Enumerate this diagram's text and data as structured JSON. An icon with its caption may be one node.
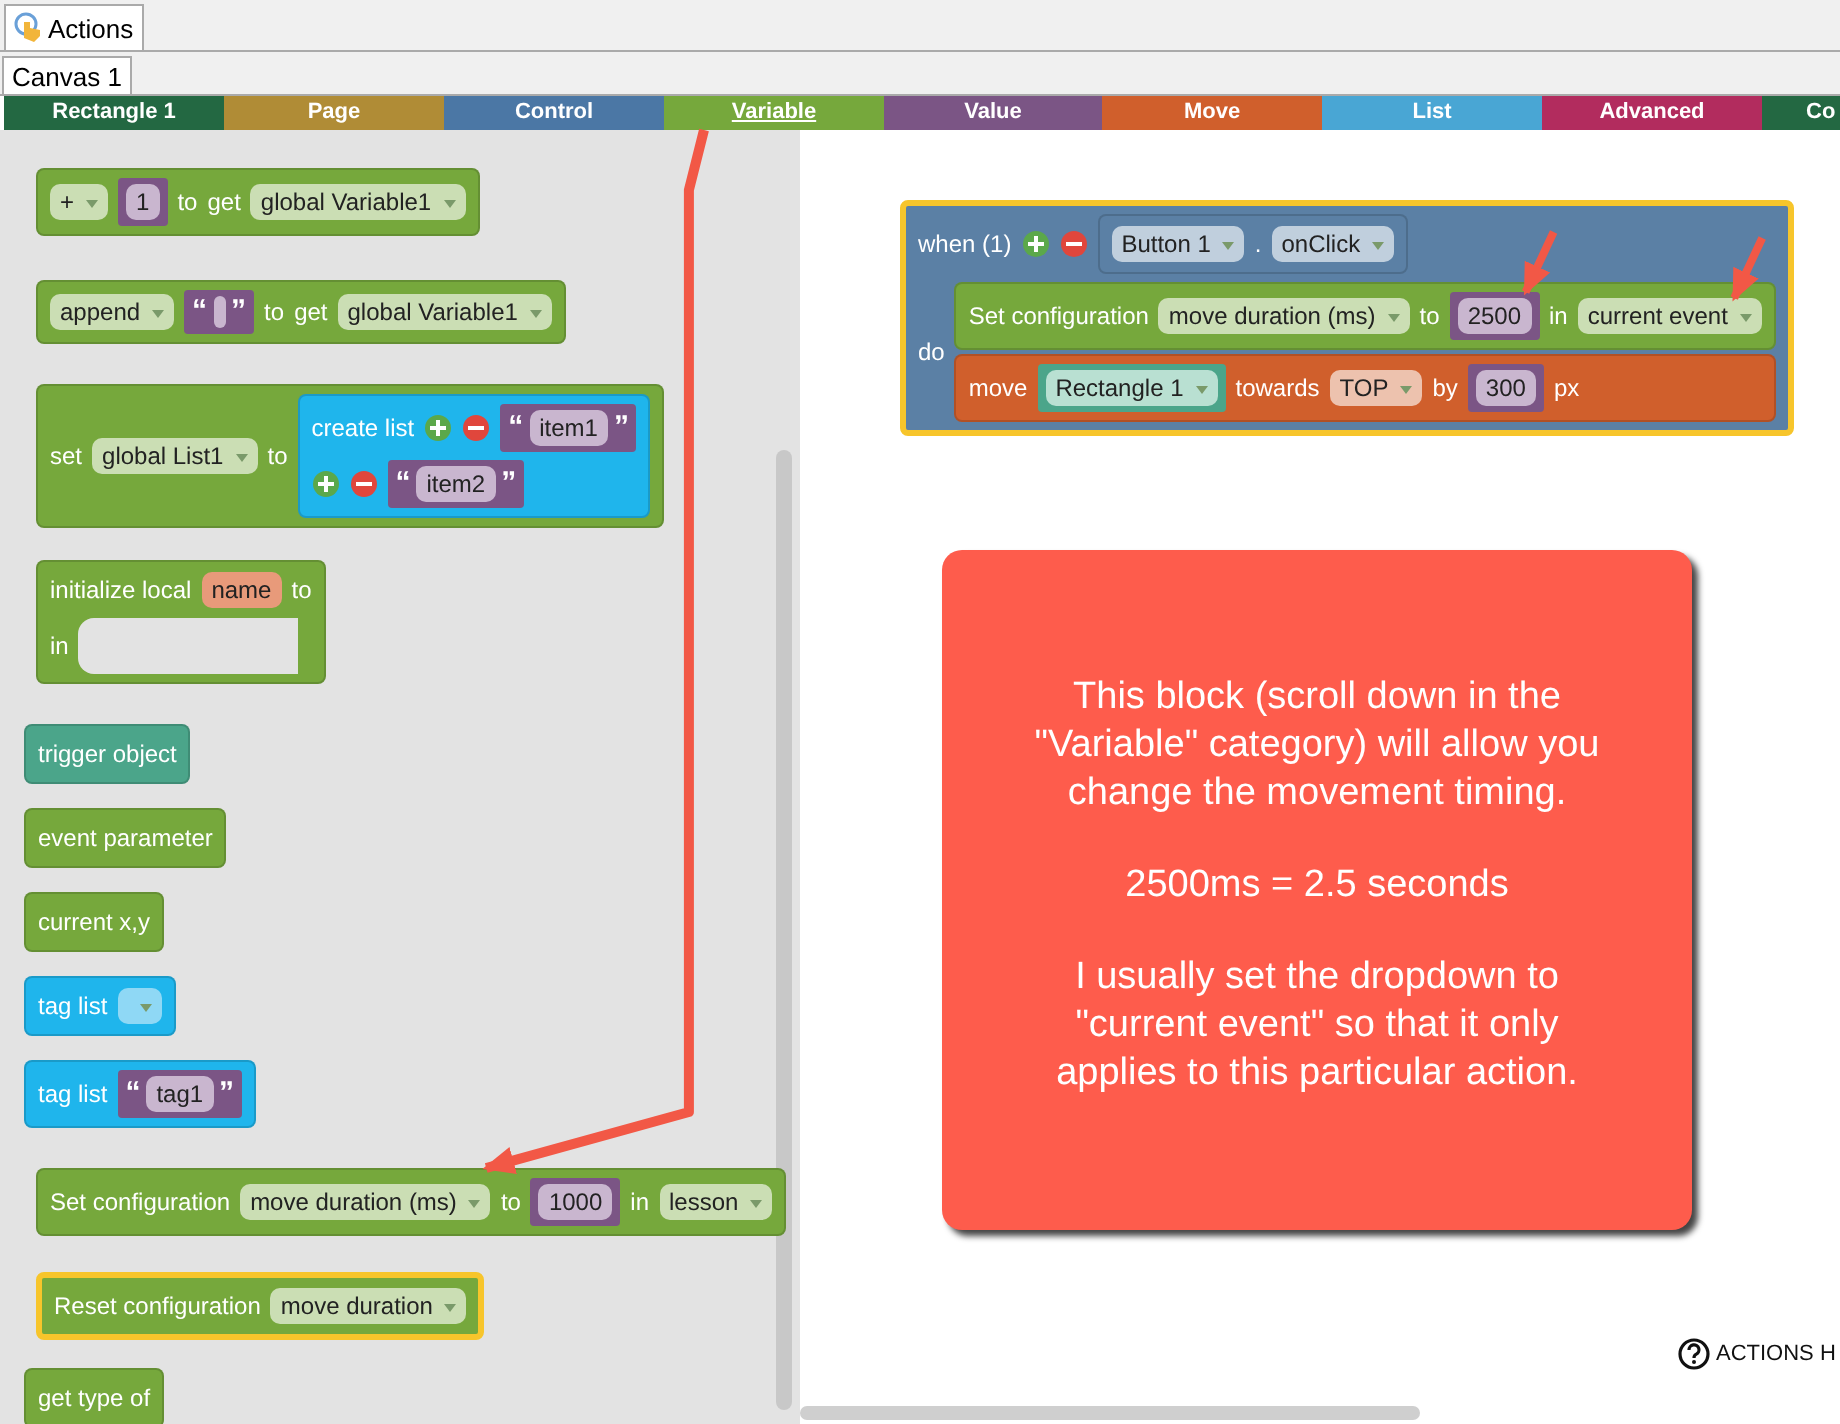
{
  "diagram": {
    "nodes": [
      {
        "text": [
          "Actions"
        ]
      },
      {
        "text": [
          "Canvas 1"
        ]
      },
      {
        "text": [
          "Rectangle 1"
        ]
      },
      {
        "text": [
          "Page"
        ]
      },
      {
        "text": [
          "Control"
        ]
      },
      {
        "text": [
          "Variable"
        ]
      },
      {
        "text": [
          "Value"
        ]
      },
      {
        "text": [
          "Move"
        ]
      },
      {
        "text": [
          "List"
        ]
      },
      {
        "text": [
          "Advanced"
        ]
      },
      {
        "text": [
          "Co"
        ]
      },
      {
        "text": [
          "+",
          "1",
          "to",
          "get",
          "global Variable1"
        ]
      },
      {
        "text": [
          "append",
          "“",
          "”",
          "to",
          "get",
          "global Variable1"
        ]
      },
      {
        "text": [
          "set",
          "to"
        ]
      },
      {
        "text": [
          "create list",
          "“",
          "item1",
          "”",
          "“",
          "item2",
          "”"
        ],
        "in": 13
      },
      {
        "text": [
          "initialize local",
          "name",
          "to",
          "in"
        ]
      },
      {
        "text": [
          "trigger object"
        ]
      },
      {
        "text": [
          "event parameter"
        ]
      },
      {
        "text": [
          "current x,y"
        ]
      },
      {
        "text": [
          "tag list"
        ]
      },
      {
        "text": [
          "tag list",
          "“",
          "tag1",
          "”"
        ]
      },
      {
        "text": [
          "Set configuration",
          "move duration (ms)",
          "to",
          "1000",
          "in",
          "lesson"
        ]
      },
      {
        "text": [
          "Reset configuration",
          "move duration"
        ]
      },
      {
        "text": [
          "get type of"
        ]
      },
      {
        "text": [
          "when (1)",
          "do"
        ]
      },
      {
        "text": [
          "Button 1",
          ".",
          "onClick"
        ],
        "in": 24
      },
      {
        "text": [
          "Set configuration",
          "move duration (ms)",
          "to",
          "in"
        ],
        "in": 24
      },
      {
        "text": [
          "2500"
        ],
        "in": 26
      },
      {
        "text": [
          "current event"
        ],
        "in": 26
      },
      {
        "text": [
          "move",
          "Rectangle 1",
          "towards",
          "TOP",
          "by",
          "300",
          "px"
        ],
        "in": 24
      },
      {
        "text": [
          "This block (scroll down in the \"Variable\" category) will allow you change the movement timing.",
          "2500ms = 2.5 seconds",
          "I usually set the dropdown to \"current event\" so that it only applies to this particular action."
        ]
      },
      {
        "text": [
          "global List1"
        ],
        "in": 13
      }
    ],
    "edges": [
      {
        "from": 5,
        "to": 21,
        "arrow": "to"
      },
      {
        "from": null,
        "to": 27,
        "arrow": "to"
      },
      {
        "from": null,
        "to": 28,
        "arrow": "to"
      }
    ],
    "labels": [
      "ACTIONS H"
    ]
  }
}
